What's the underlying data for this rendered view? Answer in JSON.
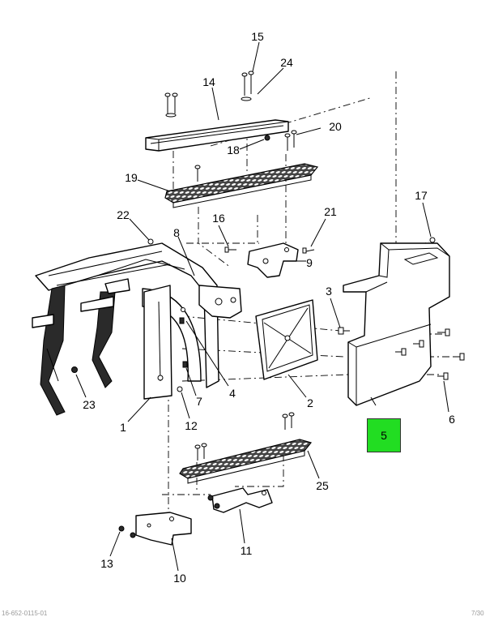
{
  "diagram": {
    "highlighted_part": "5",
    "highlight_color": "#22dd22",
    "callouts": [
      "1",
      "2",
      "3",
      "4",
      "5",
      "6",
      "7",
      "8",
      "9",
      "10",
      "11",
      "12",
      "13",
      "14",
      "15",
      "16",
      "17",
      "18",
      "19",
      "20",
      "21",
      "22",
      "23",
      "24",
      "25"
    ],
    "footer": {
      "drawing_id": "16-652-0115-01",
      "page": "7/30"
    }
  }
}
